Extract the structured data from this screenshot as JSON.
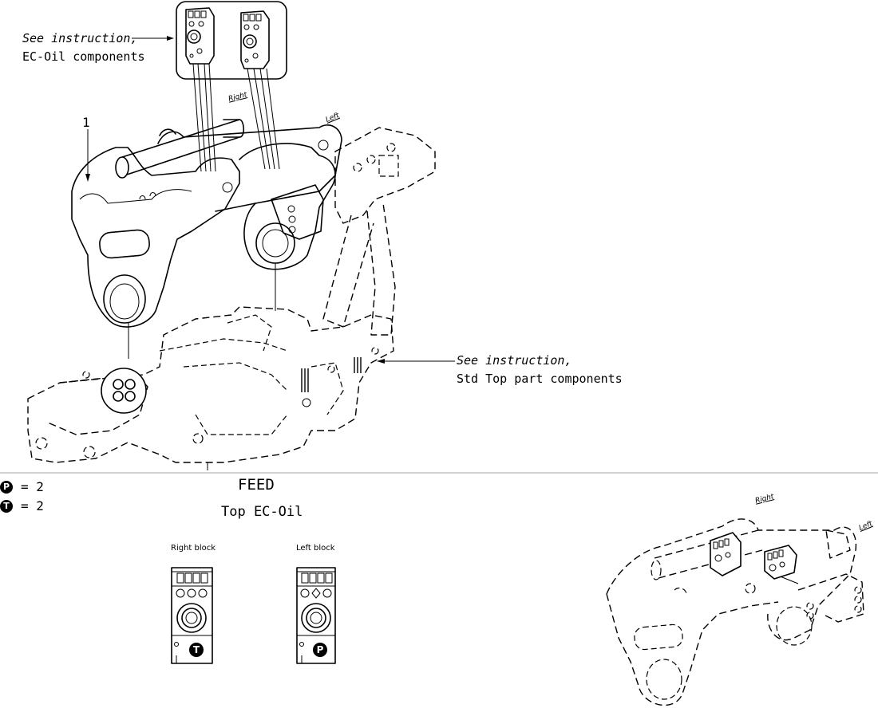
{
  "callouts": {
    "ec_oil_line1": "See instruction,",
    "ec_oil_line2": "EC-Oil components",
    "std_top_line1": "See instruction,",
    "std_top_line2": "Std Top part components",
    "item_number": "1"
  },
  "side_labels": {
    "right_upper": "Right",
    "left_upper": "Left",
    "right_lower": "Right",
    "left_lower": "Left"
  },
  "legend": {
    "p_symbol": "P",
    "p_text": "= 2",
    "t_symbol": "T",
    "t_text": "= 2"
  },
  "heading": {
    "title": "FEED",
    "subtitle": "Top EC-Oil"
  },
  "blocks": {
    "right_label": "Right block",
    "right_port": "T",
    "left_label": "Left block",
    "left_port": "P"
  }
}
